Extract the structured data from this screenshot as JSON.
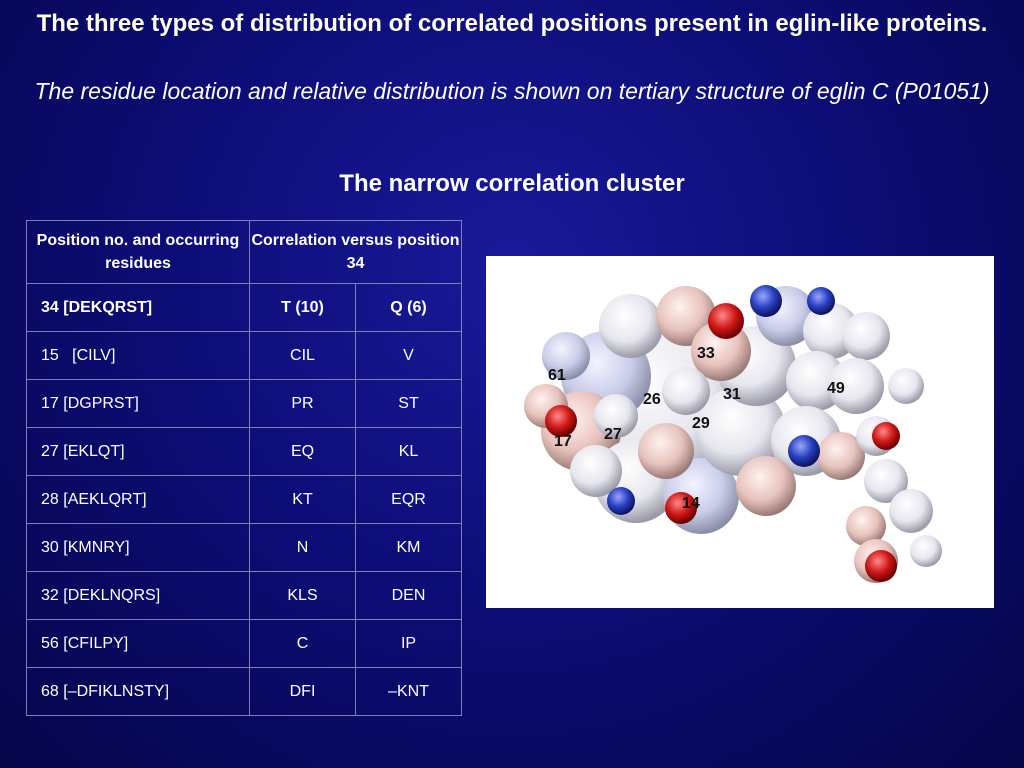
{
  "slide": {
    "title": "The three types of distribution of correlated positions present in eglin-like proteins.",
    "subtitle": "The residue location and relative distribution is shown on tertiary structure of eglin C (P01051)",
    "section_title": "The narrow correlation cluster"
  },
  "table": {
    "header": {
      "col1": "Position no. and occurring residues",
      "col2": "Correlation versus position 34"
    },
    "rows": [
      {
        "pos": "34 [DEKQRST]",
        "a": "T (10)",
        "b": "Q (6)"
      },
      {
        "pos": "15   [CILV]",
        "a": "CIL",
        "b": "V"
      },
      {
        "pos": "17 [DGPRST]",
        "a": "PR",
        "b": "ST"
      },
      {
        "pos": "27 [EKLQT]",
        "a": "EQ",
        "b": "KL"
      },
      {
        "pos": "28 [AEKLQRT]",
        "a": "KT",
        "b": "EQR"
      },
      {
        "pos": "30 [KMNRY]",
        "a": "N",
        "b": "KM"
      },
      {
        "pos": "32 [DEKLNQRS]",
        "a": "KLS",
        "b": "DEN"
      },
      {
        "pos": "56 [CFILPY]",
        "a": "C",
        "b": "IP"
      },
      {
        "pos": "68 [–DFIKLNSTY]",
        "a": "DFI",
        "b": "–KNT"
      }
    ]
  },
  "figure": {
    "labels": [
      "61",
      "26",
      "33",
      "31",
      "49",
      "29",
      "27",
      "17",
      "14"
    ]
  },
  "colors": {
    "background": "#0d0d78",
    "title_text": "#ffffe6",
    "surface_white": "#ececf2",
    "surface_red": "#d01818",
    "surface_blue": "#2a3fc0"
  }
}
